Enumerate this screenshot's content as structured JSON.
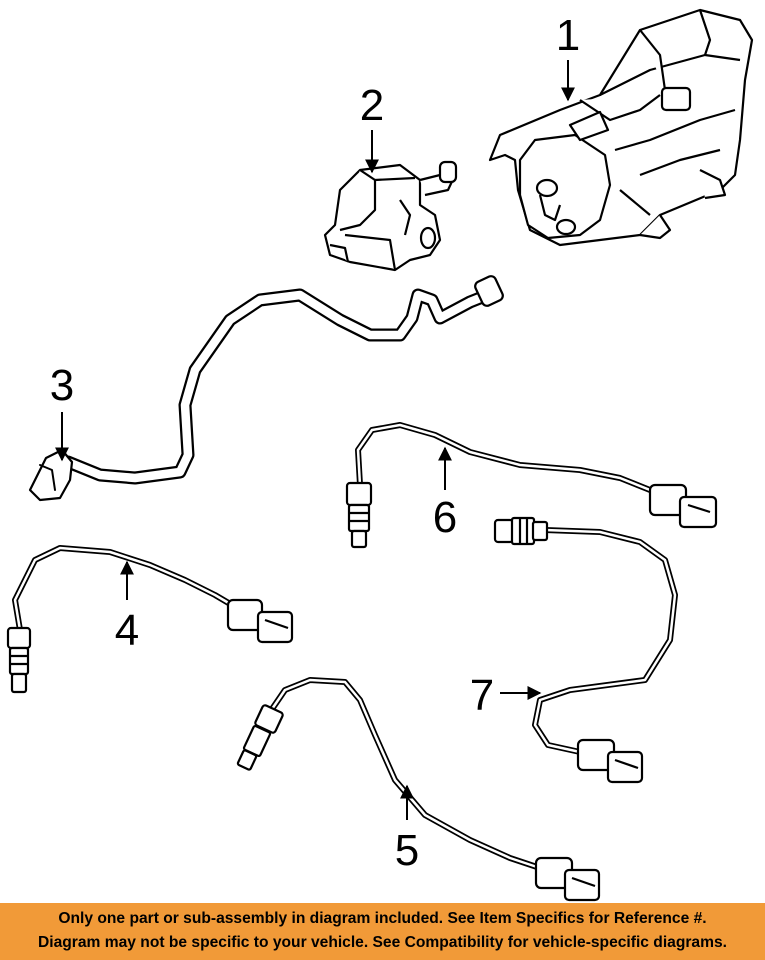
{
  "banner": {
    "line1": "Only one part or sub-assembly in diagram included. See Item Specifics for Reference #.",
    "line2": "Diagram may not be specific to your vehicle. See Compatibility for vehicle-specific diagrams.",
    "background_color": "#f19a38"
  },
  "parts": [
    {
      "number": "1"
    },
    {
      "number": "2"
    },
    {
      "number": "3"
    },
    {
      "number": "4"
    },
    {
      "number": "5"
    },
    {
      "number": "6"
    },
    {
      "number": "7"
    }
  ],
  "colors": {
    "line": "#000000",
    "background": "#ffffff"
  }
}
